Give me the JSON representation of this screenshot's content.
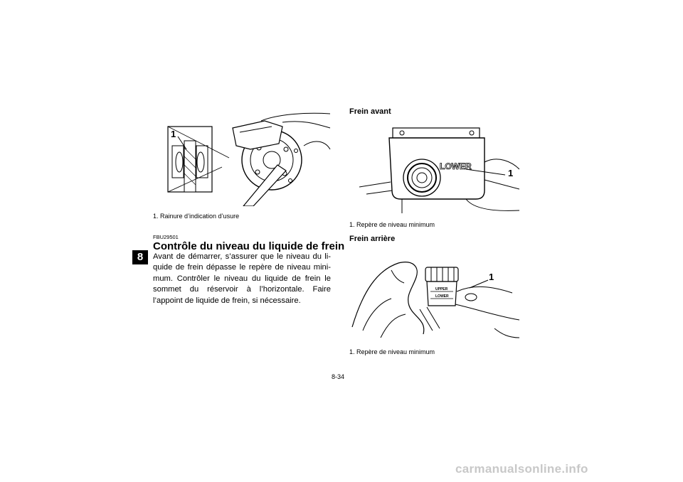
{
  "chapter": {
    "number": "8"
  },
  "figure1": {
    "callout": "1",
    "caption": "1.  Rainure d’indication d’usure"
  },
  "section": {
    "code": "FBU29501",
    "title": "Contrôle du niveau du liquide de frein",
    "body": "Avant de démarrer, s’assurer que le niveau du li-quide de frein dépasse le repère de niveau mini-mum. Contrôler le niveau du liquide de frein le sommet du réservoir à l’horizontale. Faire l’appoint de liquide de frein, si nécessaire."
  },
  "front_brake": {
    "heading": "Frein avant",
    "callout": "1",
    "lower_label": "LOWER",
    "caption": "1.  Repère de niveau minimum"
  },
  "rear_brake": {
    "heading": "Frein arrière",
    "callout": "1",
    "upper_label": "UPPER",
    "lower_label": "LOWER",
    "caption": "1.  Repère de niveau minimum"
  },
  "page_number": "8-34",
  "watermark": "carmanualsonline.info"
}
